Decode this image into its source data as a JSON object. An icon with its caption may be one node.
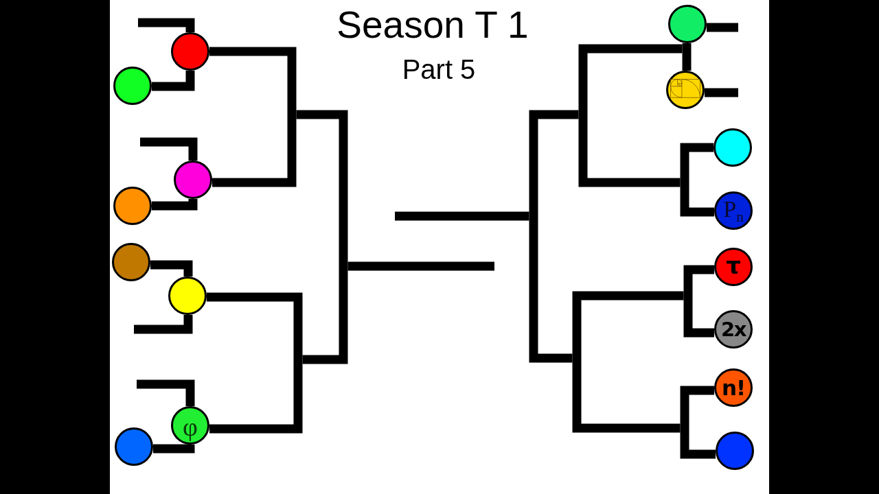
{
  "diagram": {
    "title": "Season T 1",
    "nodes": [
      {
        "text": [],
        "shape": "circle"
      },
      {
        "text": [],
        "shape": "circle"
      },
      {
        "text": [],
        "shape": "circle"
      },
      {
        "text": [],
        "shape": "circle"
      },
      {
        "text": [],
        "shape": "circle"
      },
      {
        "text": [],
        "shape": "circle"
      },
      {
        "text": [
          "φ"
        ]
      },
      {
        "text": [],
        "shape": "circle"
      },
      {
        "text": [],
        "shape": "circle"
      },
      {
        "text": [],
        "shape": "circle"
      },
      {
        "text": [],
        "shape": "circle"
      },
      {
        "text": [
          "P$_{n}$"
        ]
      },
      {
        "text": [
          "τ"
        ]
      },
      {
        "text": [
          "2x"
        ]
      },
      {
        "text": [
          "n!"
        ]
      },
      {
        "text": [],
        "shape": "circle"
      }
    ],
    "edges": [
      {
        "from": 0,
        "to": null,
        "arrow": "none"
      },
      {
        "from": 1,
        "to": 0,
        "arrow": "none"
      },
      {
        "from": 0,
        "to": null,
        "arrow": "none"
      },
      {
        "from": 2,
        "to": null,
        "arrow": "none"
      },
      {
        "from": 3,
        "to": 2,
        "arrow": "none"
      },
      {
        "from": 2,
        "to": null,
        "arrow": "none"
      },
      {
        "from": 4,
        "to": 5,
        "arrow": "none"
      },
      {
        "from": 5,
        "to": null,
        "arrow": "none"
      },
      {
        "from": 5,
        "to": null,
        "arrow": "none"
      },
      {
        "from": 6,
        "to": null,
        "arrow": "none"
      },
      {
        "from": 7,
        "to": 6,
        "arrow": "none"
      },
      {
        "from": 6,
        "to": null,
        "arrow": "none"
      },
      {
        "from": 8,
        "to": null,
        "arrow": "none"
      },
      {
        "from": 8,
        "to": null,
        "arrow": "none"
      },
      {
        "from": 9,
        "to": null,
        "arrow": "none"
      },
      {
        "from": 9,
        "to": null,
        "arrow": "none"
      },
      {
        "from": 10,
        "to": null,
        "arrow": "none"
      },
      {
        "from": 11,
        "to": null,
        "arrow": "none"
      },
      {
        "from": 12,
        "to": null,
        "arrow": "none"
      },
      {
        "from": 13,
        "to": null,
        "arrow": "none"
      },
      {
        "from": 14,
        "to": null,
        "arrow": "none"
      },
      {
        "from": 15,
        "to": null,
        "arrow": "none"
      }
    ],
    "labels": [
      "Part 5"
    ]
  }
}
